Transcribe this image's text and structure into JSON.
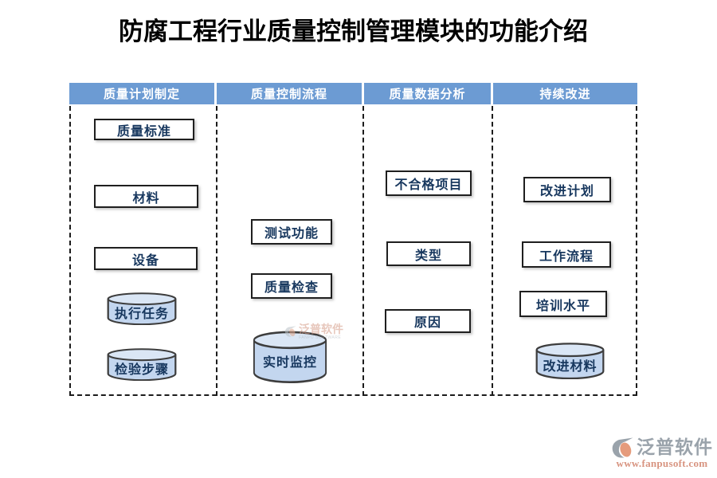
{
  "title": "防腐工程行业质量控制管理模块的功能介绍",
  "lanes": [
    {
      "header": "质量计划制定",
      "items": [
        {
          "label": "质量标准",
          "shape": "box"
        },
        {
          "label": "材料",
          "shape": "box"
        },
        {
          "label": "设备",
          "shape": "box"
        },
        {
          "label": "执行任务",
          "shape": "cylinder"
        },
        {
          "label": "检验步骤",
          "shape": "cylinder"
        }
      ]
    },
    {
      "header": "质量控制流程",
      "items": [
        {
          "label": "测试功能",
          "shape": "box"
        },
        {
          "label": "质量检查",
          "shape": "box"
        },
        {
          "label": "实时监控",
          "shape": "cylinder"
        }
      ]
    },
    {
      "header": "质量数据分析",
      "items": [
        {
          "label": "不合格项目",
          "shape": "box"
        },
        {
          "label": "类型",
          "shape": "box"
        },
        {
          "label": "原因",
          "shape": "box"
        }
      ]
    },
    {
      "header": "持续改进",
      "items": [
        {
          "label": "改进计划",
          "shape": "box"
        },
        {
          "label": "工作流程",
          "shape": "box"
        },
        {
          "label": "培训水平",
          "shape": "box"
        },
        {
          "label": "改进材料",
          "shape": "cylinder"
        }
      ]
    }
  ],
  "watermark": {
    "name": "泛普软件",
    "subtext": "FANPU SOFTWARE"
  },
  "brand": {
    "name": "泛普软件",
    "website": "www.fanpusoft.com"
  },
  "colors": {
    "header_bg": "#6C9BD3",
    "header_text": "#FFFFFF",
    "node_text": "#17375E",
    "node_border": "#1F1F1F",
    "cylinder_body": "#C3D6EF",
    "cylinder_top": "#DAE6F5",
    "dashed_line": "#1B1B1B",
    "brand_gray": "#9AA3AB",
    "brand_salmon": "#D89480"
  }
}
